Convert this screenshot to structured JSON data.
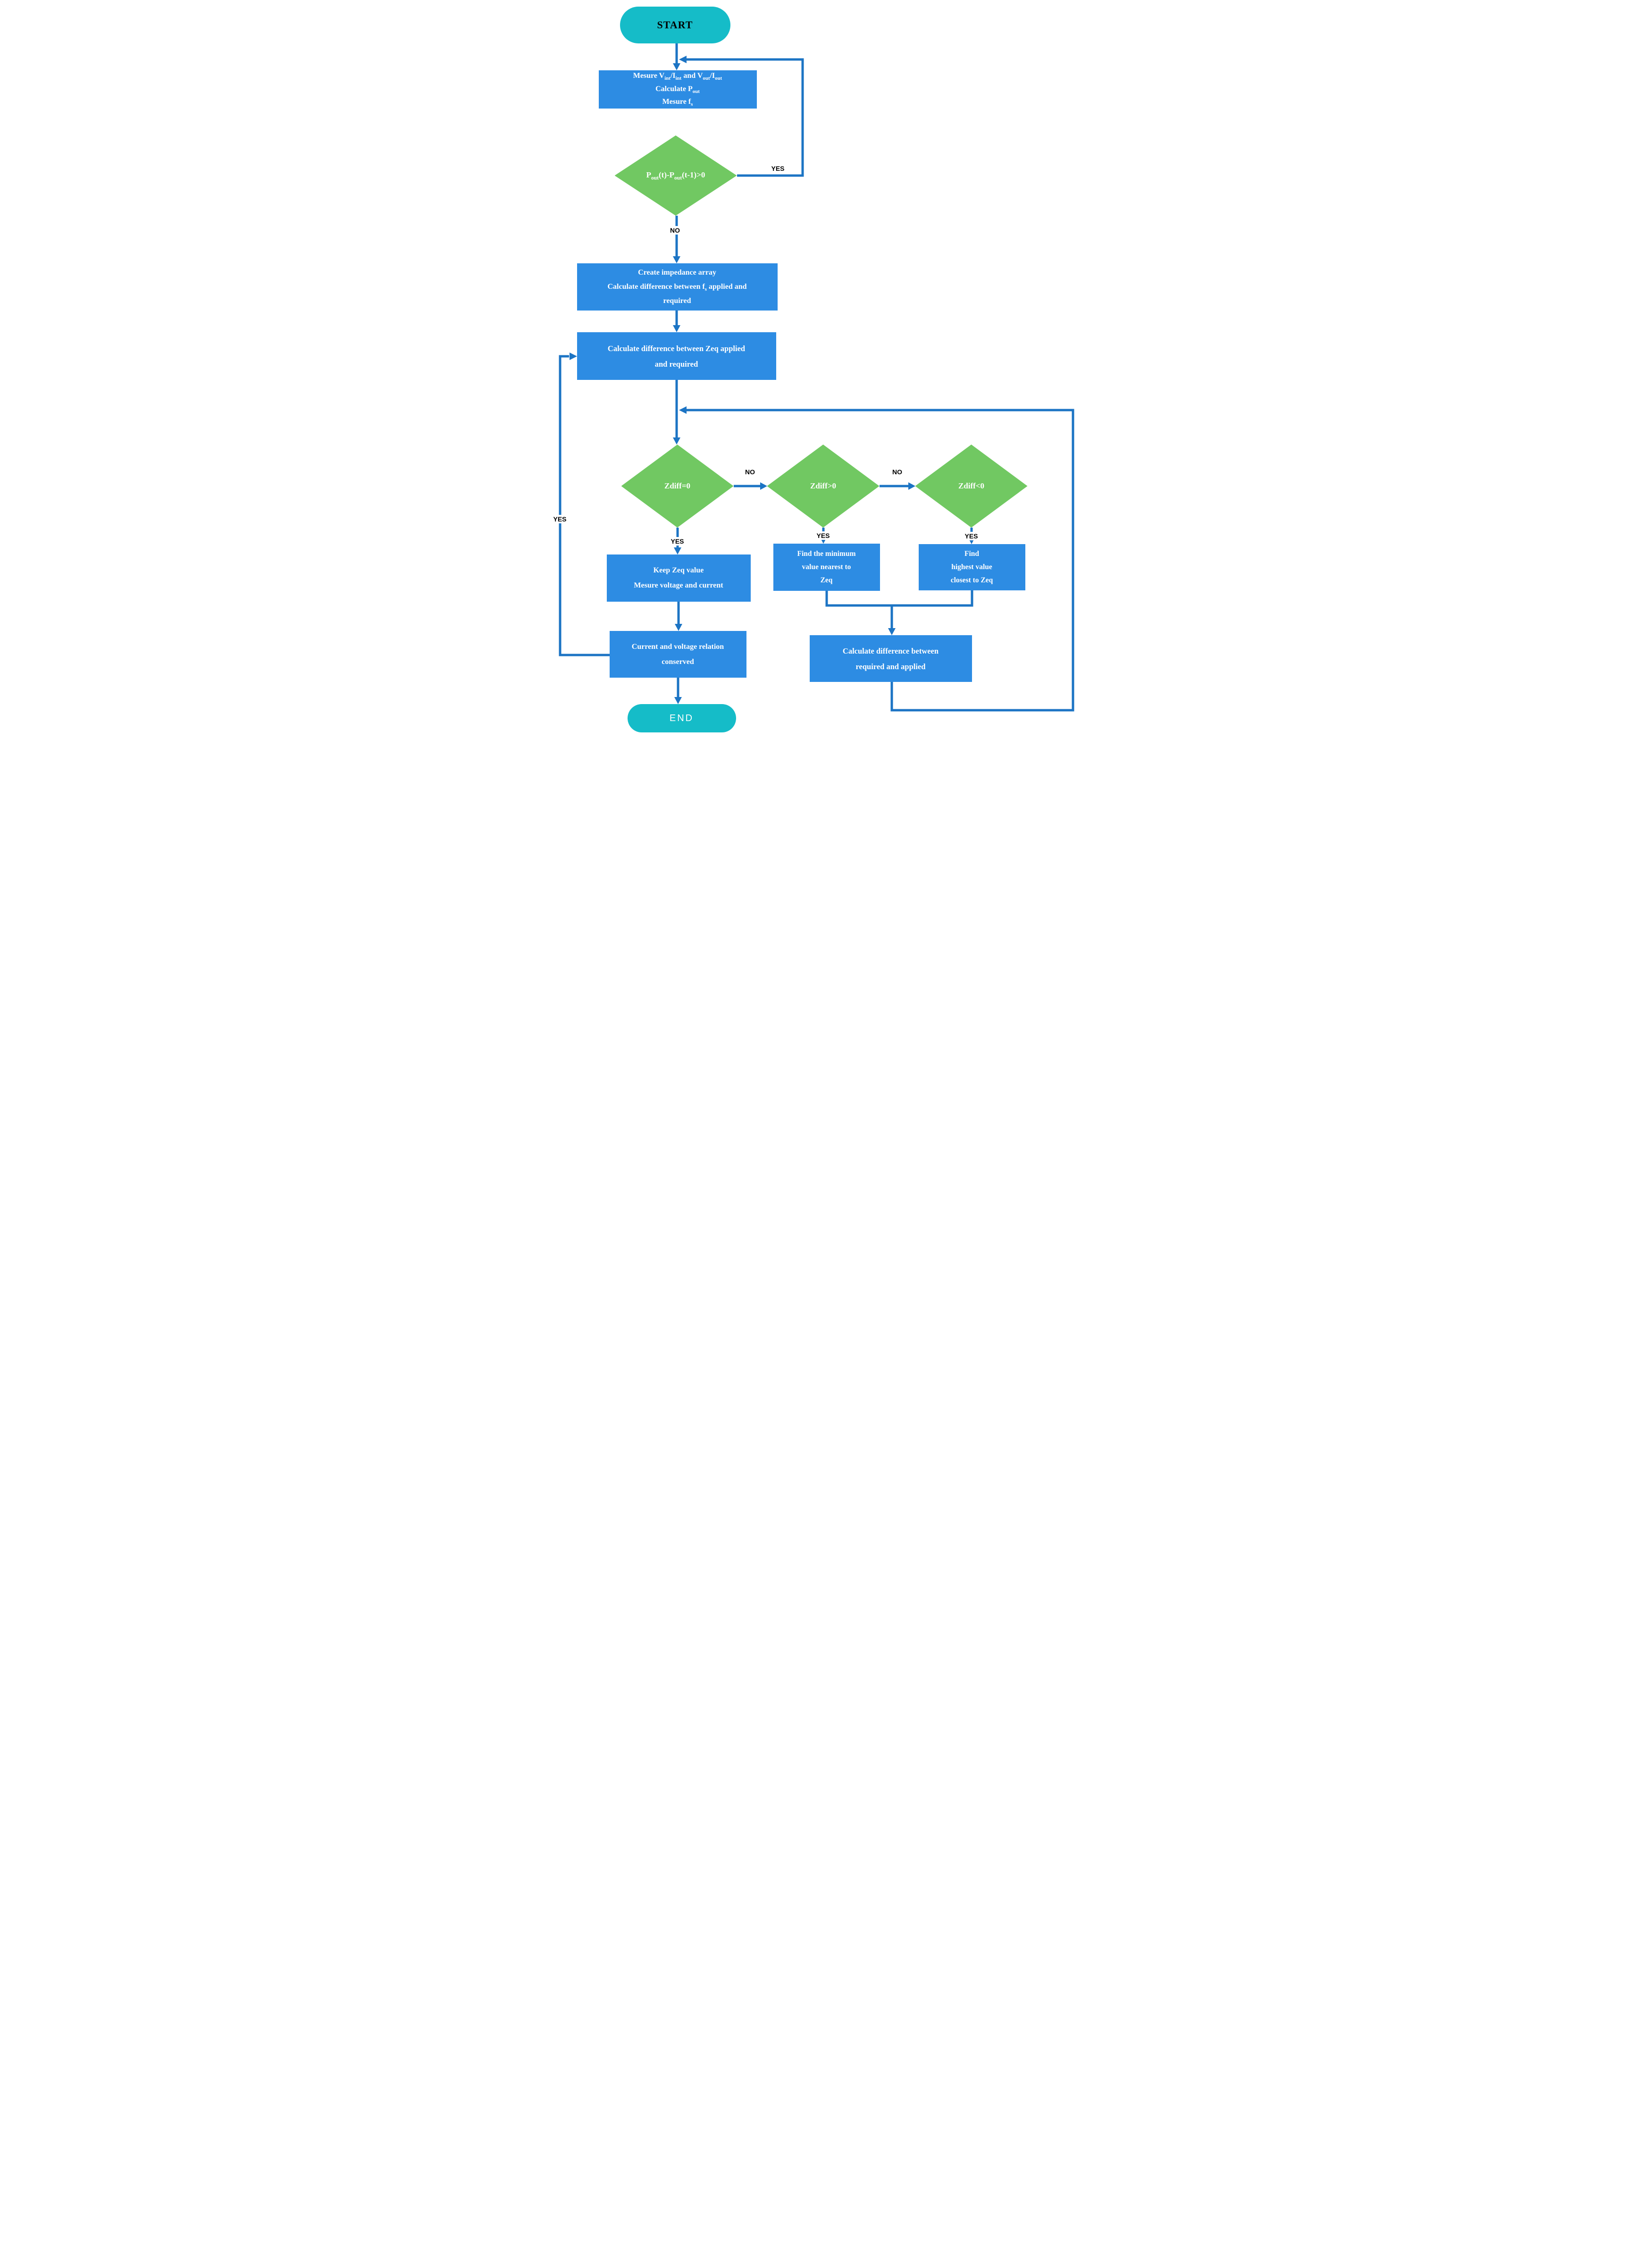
{
  "colors": {
    "terminator_fill": "#15BCC8",
    "process_fill": "#2D8CE3",
    "decision_fill": "#71C862",
    "connector": "#1C74C4",
    "label_text": "#000000"
  },
  "nodes": {
    "start": {
      "text": "START"
    },
    "measure": {
      "lines": [
        "Mesure V~int~/I~int~ and V~out~/I~out~",
        "Calculate P~out~",
        "Mesure f~s~"
      ]
    },
    "pout_decision": {
      "text": "P~out~(t)-P~out~(t-1)>0"
    },
    "create_array": {
      "lines": [
        "Create impedance array",
        "Calculate difference between f~s~ applied and",
        "required"
      ]
    },
    "zeq_diff": {
      "lines": [
        "Calculate difference between Zeq applied",
        "and required"
      ]
    },
    "zdiff_eq0": {
      "text": "Zdiff=0"
    },
    "zdiff_gt0": {
      "text": "Zdiff>0"
    },
    "zdiff_lt0": {
      "text": "Zdiff<0"
    },
    "keep_zeq": {
      "lines": [
        "Keep Zeq value",
        "Mesure voltage and current"
      ]
    },
    "find_min": {
      "lines": [
        "Find the minimum",
        "value nearest to",
        "Zeq"
      ]
    },
    "find_max": {
      "lines": [
        "Find",
        "highest value",
        "closest to Zeq"
      ]
    },
    "conserved": {
      "lines": [
        "Current and voltage relation",
        "conserved"
      ]
    },
    "calc_req_applied": {
      "lines": [
        "Calculate difference between",
        "required and applied"
      ]
    },
    "end": {
      "text": "END"
    }
  },
  "labels": {
    "yes_loop": "YES",
    "no_pout": "NO",
    "no_zdiff_eq": "NO",
    "no_zdiff_gt": "NO",
    "yes_zdiff_eq": "YES",
    "yes_zdiff_gt": "YES",
    "yes_zdiff_lt": "YES",
    "yes_left_loop": "YES"
  }
}
